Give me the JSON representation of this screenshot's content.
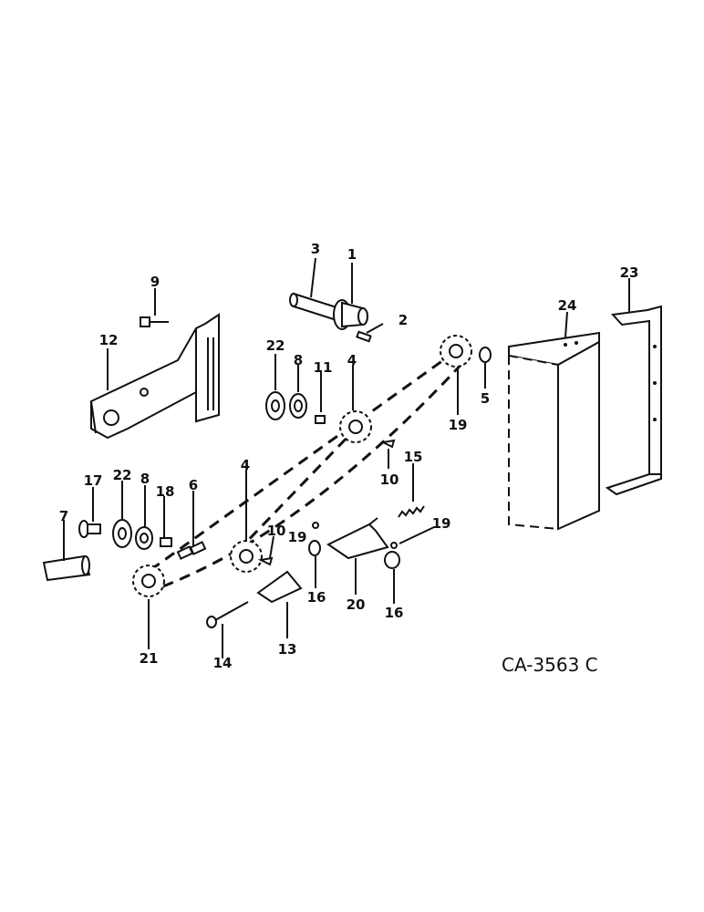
{
  "drawing_number": "CA-3563 C",
  "part_labels": {
    "p1": "1",
    "p2": "2",
    "p3": "3",
    "p4a": "4",
    "p4b": "4",
    "p5": "5",
    "p6": "6",
    "p7": "7",
    "p8a": "8",
    "p8b": "8",
    "p9": "9",
    "p10a": "10",
    "p10b": "10",
    "p11": "11",
    "p12": "12",
    "p13": "13",
    "p14": "14",
    "p15": "15",
    "p16a": "16",
    "p16b": "16",
    "p17": "17",
    "p18": "18",
    "p19a": "19",
    "p19b": "19",
    "p19c": "19",
    "p20": "20",
    "p21": "21",
    "p22a": "22",
    "p22b": "22",
    "p23": "23",
    "p24": "24"
  }
}
